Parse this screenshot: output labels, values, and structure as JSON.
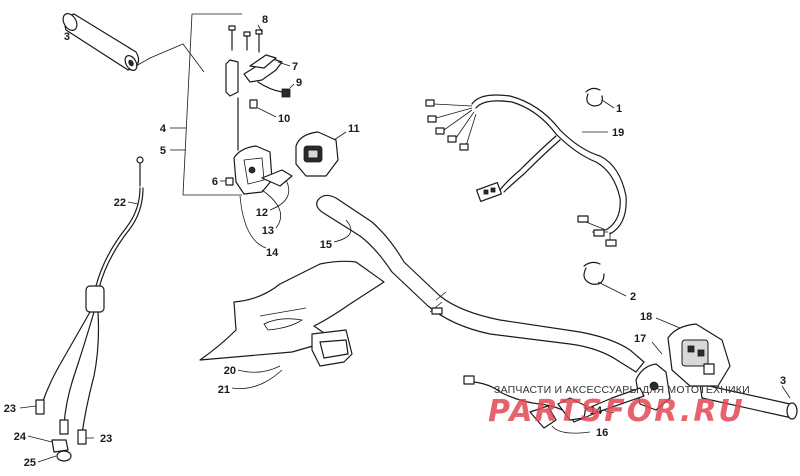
{
  "diagram": {
    "callouts": [
      {
        "id": "c3a",
        "label": "3"
      },
      {
        "id": "c4",
        "label": "4"
      },
      {
        "id": "c5",
        "label": "5"
      },
      {
        "id": "c6",
        "label": "6"
      },
      {
        "id": "c7",
        "label": "7"
      },
      {
        "id": "c8",
        "label": "8"
      },
      {
        "id": "c9",
        "label": "9"
      },
      {
        "id": "c10",
        "label": "10"
      },
      {
        "id": "c11",
        "label": "11"
      },
      {
        "id": "c12",
        "label": "12"
      },
      {
        "id": "c13",
        "label": "13"
      },
      {
        "id": "c14a",
        "label": "14"
      },
      {
        "id": "c15",
        "label": "15"
      },
      {
        "id": "c22",
        "label": "22"
      },
      {
        "id": "c1",
        "label": "1"
      },
      {
        "id": "c19",
        "label": "19"
      },
      {
        "id": "c2",
        "label": "2"
      },
      {
        "id": "c18",
        "label": "18"
      },
      {
        "id": "c17",
        "label": "17"
      },
      {
        "id": "c3b",
        "label": "3"
      },
      {
        "id": "c20",
        "label": "20"
      },
      {
        "id": "c21",
        "label": "21"
      },
      {
        "id": "c14b",
        "label": "14"
      },
      {
        "id": "c16",
        "label": "16"
      },
      {
        "id": "c23a",
        "label": "23"
      },
      {
        "id": "c24",
        "label": "24"
      },
      {
        "id": "c23b",
        "label": "23"
      },
      {
        "id": "c25",
        "label": "25"
      }
    ]
  },
  "watermark": {
    "caption": "ЗАПЧАСТИ И АКСЕССУАРЫ ДЛЯ МОТОТЕХНИКИ",
    "logo": "PARTSFOR.RU"
  }
}
